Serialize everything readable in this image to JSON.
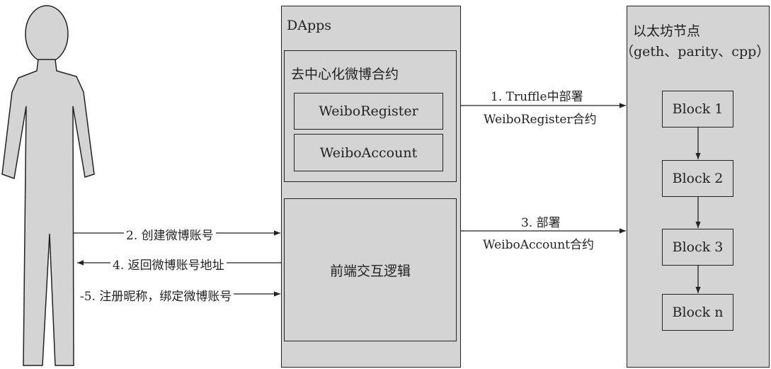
{
  "dapps": {
    "title": "DApps",
    "contract_group": {
      "title": "去中心化微博合约",
      "contracts": [
        "WeiboRegister",
        "WeiboAccount"
      ]
    },
    "frontend": "前端交互逻辑"
  },
  "eth": {
    "title": "以太坊节点",
    "subtitle": "（geth、parity、cpp）",
    "blocks": [
      "Block 1",
      "Block 2",
      "Block 3",
      "Block n"
    ]
  },
  "arrows": {
    "a1_line1": "1. Truffle中部署",
    "a1_line2": "WeiboRegister合约",
    "a3_line1": "3. 部署",
    "a3_line2": "WeiboAccount合约",
    "a2": "2. 创建微博账号",
    "a4": "4. 返回微博账号地址",
    "a5": "-5. 注册昵称，绑定微博账号"
  },
  "colors": {
    "box_fill": "#d4d4d4",
    "line": "#222222"
  }
}
